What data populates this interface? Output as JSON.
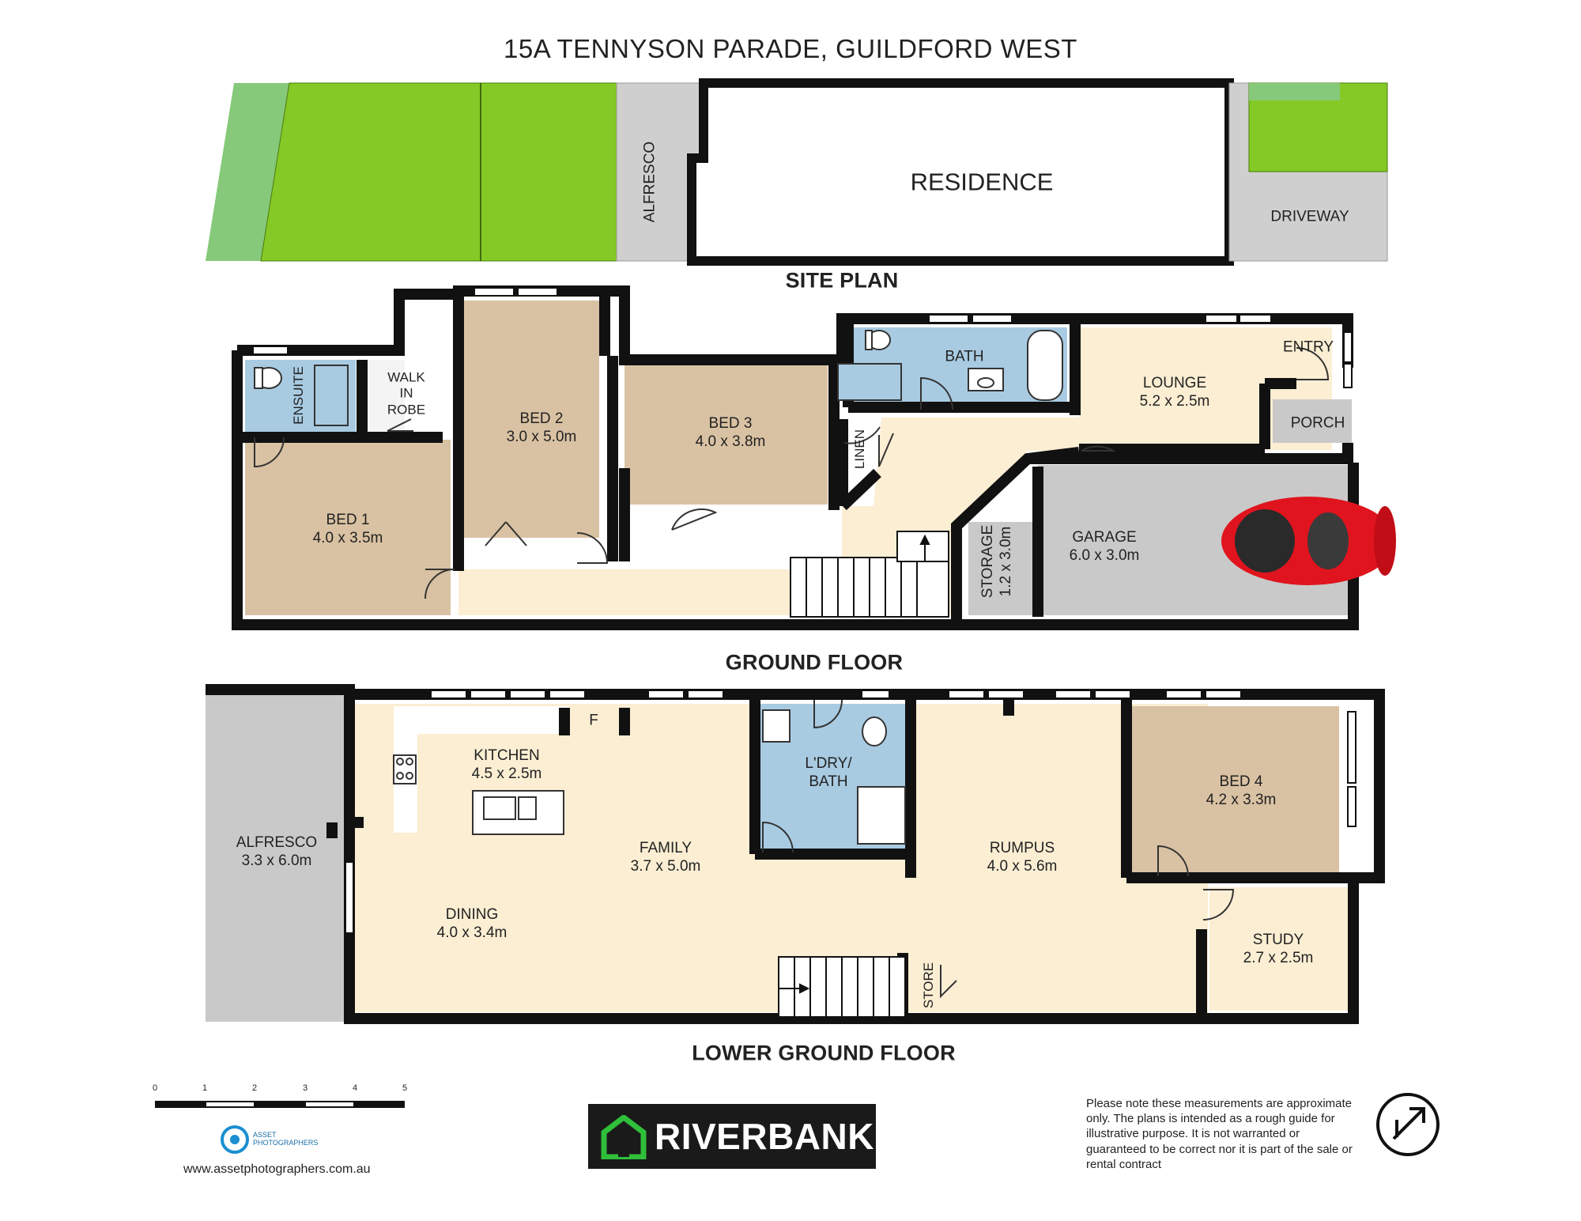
{
  "title": "15A TENNYSON PARADE, GUILDFORD WEST",
  "site_plan": {
    "heading": "SITE PLAN",
    "alfresco": "ALFRESCO",
    "residence": "RESIDENCE",
    "driveway": "DRIVEWAY"
  },
  "ground_floor": {
    "heading": "GROUND FLOOR",
    "ensuite": "ENSUITE",
    "walk_in_robe": [
      "WALK",
      "IN",
      "ROBE"
    ],
    "bed1": {
      "name": "BED 1",
      "dim": "4.0 x 3.5m"
    },
    "bed2": {
      "name": "BED 2",
      "dim": "3.0 x 5.0m"
    },
    "bed3": {
      "name": "BED 3",
      "dim": "4.0 x 3.8m"
    },
    "bath": "BATH",
    "linen": "LINEN",
    "lounge": {
      "name": "LOUNGE",
      "dim": "5.2 x 2.5m"
    },
    "entry": "ENTRY",
    "porch": "PORCH",
    "storage": {
      "name": "STORAGE",
      "dim": "1.2 x 3.0m"
    },
    "garage": {
      "name": "GARAGE",
      "dim": "6.0 x 3.0m"
    }
  },
  "lower_ground_floor": {
    "heading": "LOWER GROUND FLOOR",
    "alfresco": {
      "name": "ALFRESCO",
      "dim": "3.3 x 6.0m"
    },
    "kitchen": {
      "name": "KITCHEN",
      "dim": "4.5 x 2.5m"
    },
    "fridge": "F",
    "family": {
      "name": "FAMILY",
      "dim": "3.7 x 5.0m"
    },
    "dining": {
      "name": "DINING",
      "dim": "4.0 x 3.4m"
    },
    "laundry": {
      "name": "L'DRY/",
      "dim": "BATH"
    },
    "rumpus": {
      "name": "RUMPUS",
      "dim": "4.0 x 5.6m"
    },
    "bed4": {
      "name": "BED 4",
      "dim": "4.2 x 3.3m"
    },
    "study": {
      "name": "STUDY",
      "dim": "2.7 x 2.5m"
    },
    "store": "STORE"
  },
  "scale": {
    "ticks": [
      "0",
      "1",
      "2",
      "3",
      "4",
      "5"
    ]
  },
  "photographer": {
    "name_line1": "ASSET",
    "name_line2": "PHOTOGRAPHERS",
    "website": "www.assetphotographers.com.au"
  },
  "agency": {
    "name": "RIVERBANK"
  },
  "disclaimer": "Please note these measurements are approximate only. The plans is intended as a rough guide for illustrative purpose. It is not warranted or guaranteed to be correct nor it is part of the sale or rental contract",
  "colors": {
    "wall": "#111111",
    "floor_living": "#fbeed3",
    "floor_bedroom": "#d9c2a3",
    "floor_wet": "#a8cbe2",
    "floor_outdoor": "#c9c9c9",
    "lawn": "#84c925",
    "lawn_light": "#86c97a",
    "brand_green": "#2fbf3a"
  }
}
